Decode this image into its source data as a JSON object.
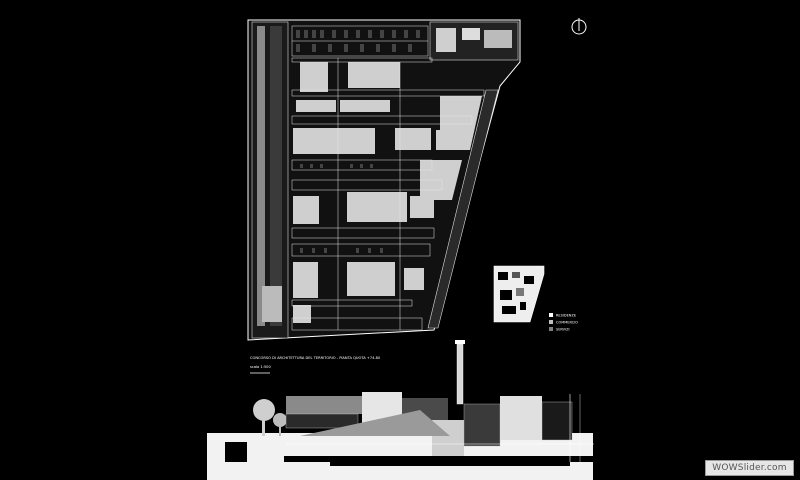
{
  "drawing": {
    "title_line": "CONCORSO DI ARCHITETTURA DEL TERRITORIO - PIANTA QUOTA +74.80",
    "scale_line": "scala 1:500",
    "legend": [
      {
        "label": "RESIDENZE",
        "swatch": "#ffffff"
      },
      {
        "label": "COMMERCIO",
        "swatch": "#bfbfbf"
      },
      {
        "label": "SERVIZI",
        "swatch": "#7f7f7f"
      }
    ]
  },
  "watermark": {
    "text": "WOWSlider.com"
  },
  "colors": {
    "background": "#000000",
    "fill": "#d4d4d4",
    "line": "#ffffff"
  }
}
